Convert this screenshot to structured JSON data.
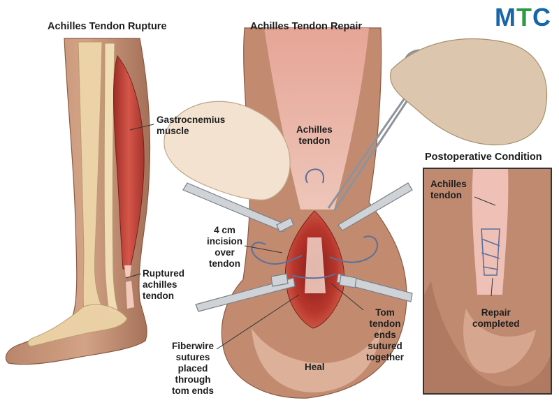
{
  "brand": {
    "letters": [
      "M",
      "T",
      "C"
    ],
    "colors": {
      "primary": "#1767a8",
      "secondary": "#2d9a46"
    }
  },
  "panels": {
    "rupture": {
      "title": "Achilles Tendon Rupture",
      "labels": {
        "gastrocnemius": [
          "Gastrocnemius",
          "muscle"
        ],
        "ruptured": [
          "Ruptured",
          "achilles",
          "tendon"
        ]
      }
    },
    "repair": {
      "title": "Achilles Tendon Repair",
      "labels": {
        "achilles": [
          "Achilles",
          "tendon"
        ],
        "incision": [
          "4 cm",
          "incision",
          "over",
          "tendon"
        ],
        "fiberwire": [
          "Fiberwire",
          "sutures",
          "placed",
          "through",
          "tom ends"
        ],
        "tom_ends": [
          "Tom",
          "tendon",
          "ends",
          "sutured",
          "together"
        ],
        "heal": [
          "Heal"
        ]
      }
    },
    "postop": {
      "title": "Postoperative Condition",
      "labels": {
        "achilles": [
          "Achilles",
          "tendon"
        ],
        "repair": [
          "Repair",
          "completed"
        ]
      }
    }
  },
  "colors": {
    "skin": "#c9977a",
    "skin_dark": "#a8735a",
    "tendon": "#efc3b8",
    "muscle": "#c4473c",
    "bone": "#ecd3a7",
    "wound": "#b8362c",
    "glove": "#f2e2cf"
  }
}
